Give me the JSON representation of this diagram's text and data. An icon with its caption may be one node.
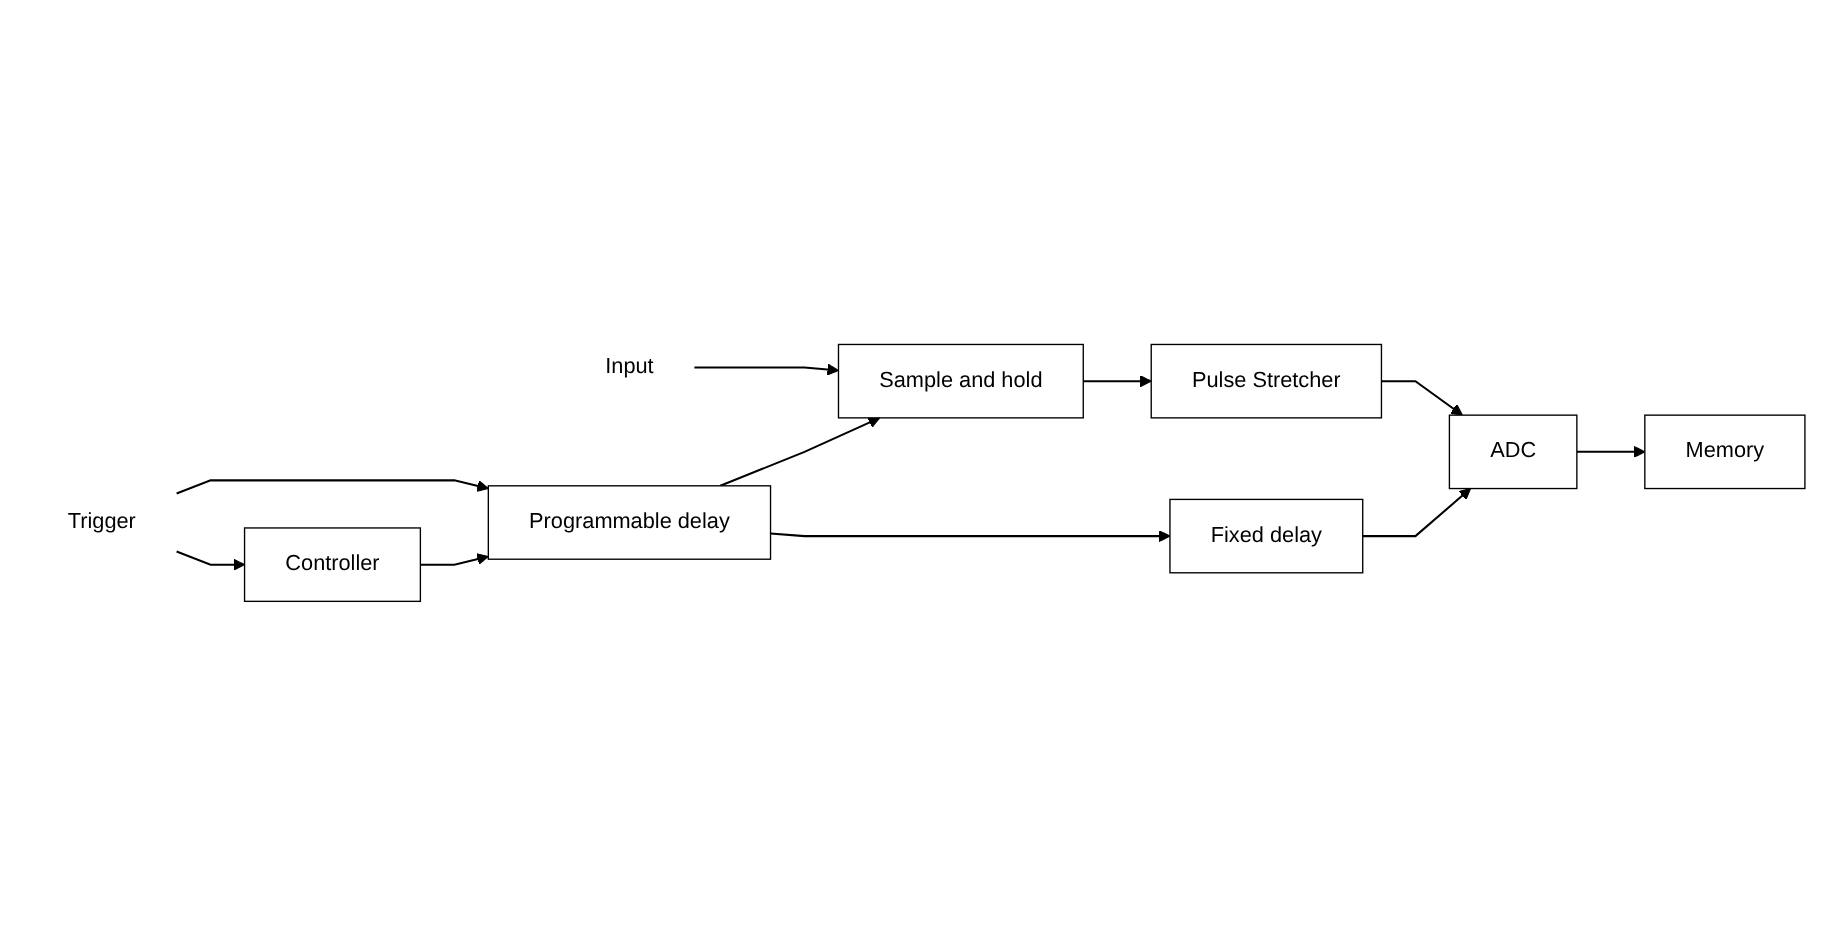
{
  "diagram": {
    "nodes": [
      {
        "text": [
          "Input"
        ]
      },
      {
        "text": [
          "Sample and hold"
        ]
      },
      {
        "text": [
          "Pulse Stretcher"
        ]
      },
      {
        "text": [
          "ADC"
        ]
      },
      {
        "text": [
          "Memory"
        ]
      },
      {
        "text": [
          "Trigger"
        ]
      },
      {
        "text": [
          "Programmable delay"
        ]
      },
      {
        "text": [
          "Fixed delay"
        ]
      },
      {
        "text": [
          "Controller"
        ]
      }
    ],
    "edges": [
      {
        "from": 0,
        "to": 1,
        "arrow": "to"
      },
      {
        "from": 1,
        "to": 2,
        "arrow": "to"
      },
      {
        "from": 2,
        "to": 3,
        "arrow": "to"
      },
      {
        "from": 3,
        "to": 4,
        "arrow": "to"
      },
      {
        "from": 5,
        "to": 6,
        "arrow": "to"
      },
      {
        "from": 5,
        "to": 8,
        "arrow": "to"
      },
      {
        "from": 8,
        "to": 6,
        "arrow": "to"
      },
      {
        "from": 6,
        "to": 7,
        "arrow": "to"
      },
      {
        "from": 6,
        "to": 1,
        "arrow": "to"
      },
      {
        "from": 7,
        "to": 3,
        "arrow": "to"
      }
    ]
  }
}
